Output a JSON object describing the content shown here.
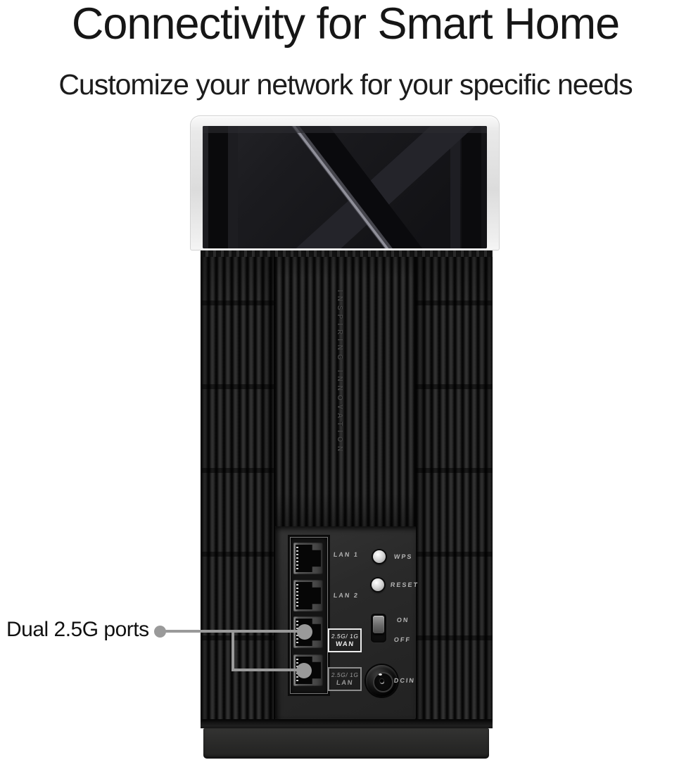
{
  "heading": {
    "title": "Connectivity for Smart Home",
    "subtitle": "Customize your network for your specific needs"
  },
  "callout": {
    "label": "Dual 2.5G ports"
  },
  "device": {
    "engraving": "INSPIRING INNOVATION",
    "ports": {
      "lan1_label": "LAN 1",
      "lan2_label": "LAN 2",
      "wan_badge": {
        "line1": "2.5G/ 1G",
        "line2": "WAN"
      },
      "lan_badge": {
        "line1": "2.5G/ 1G",
        "line2": "LAN"
      }
    },
    "controls": {
      "wps_label": "WPS",
      "reset_label": "RESET",
      "switch_on_label": "ON",
      "switch_off_label": "OFF",
      "dc_jack_label": "DCIN"
    }
  },
  "colors": {
    "callout_line": "#9a9a9a",
    "heading_text": "#161616",
    "device_label_text": "#b2b2b2",
    "body_black": "#1c1c1c"
  }
}
